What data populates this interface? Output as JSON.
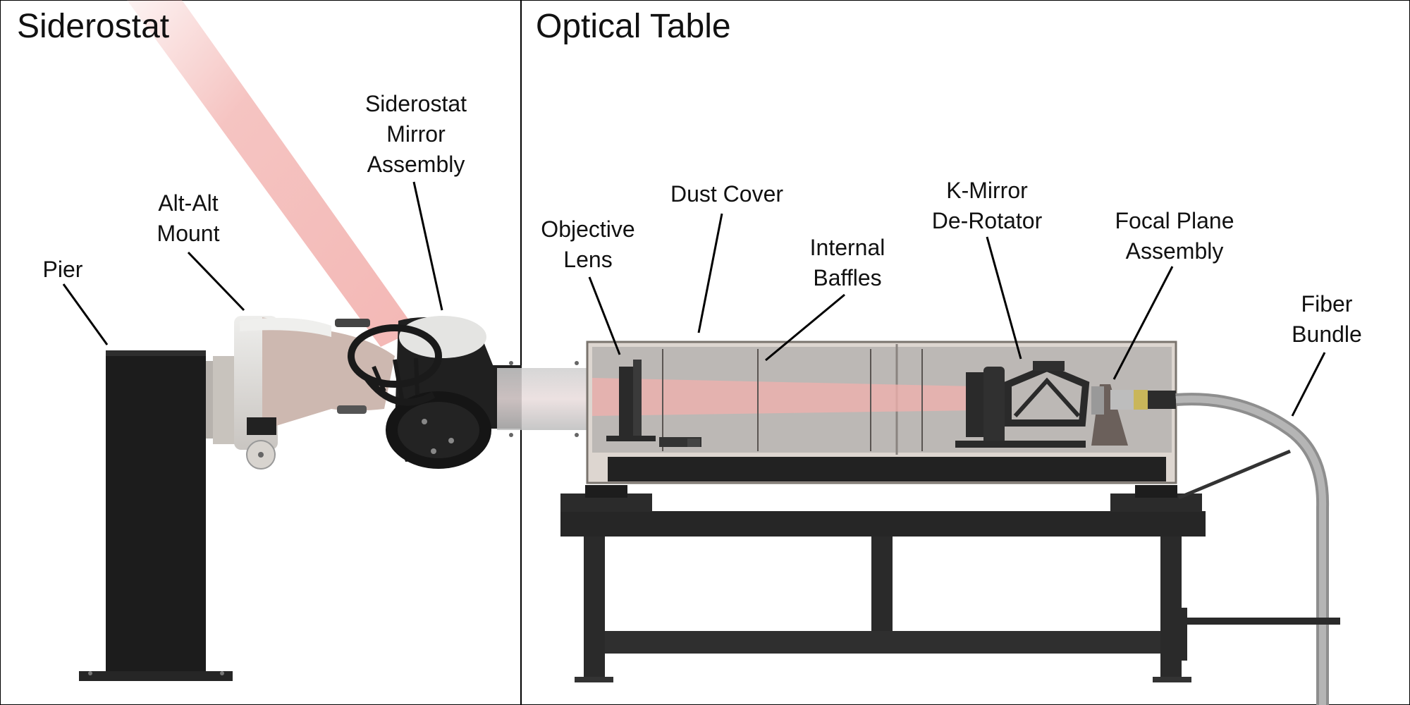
{
  "panels": {
    "left_title": "Siderostat",
    "right_title": "Optical Table"
  },
  "labels": {
    "pier": [
      "Pier"
    ],
    "alt_alt_mount": [
      "Alt-Alt",
      "Mount"
    ],
    "siderostat_mirror_assembly": [
      "Siderostat",
      "Mirror",
      "Assembly"
    ],
    "objective_lens": [
      "Objective",
      "Lens"
    ],
    "dust_cover": [
      "Dust Cover"
    ],
    "internal_baffles": [
      "Internal",
      "Baffles"
    ],
    "k_mirror_de_rotator": [
      "K-Mirror",
      "De-Rotator"
    ],
    "focal_plane_assembly": [
      "Focal Plane",
      "Assembly"
    ],
    "fiber_bundle": [
      "Fiber",
      "Bundle"
    ]
  },
  "colors": {
    "beam": "#f2b0ad",
    "metal_dark": "#1e1e1e",
    "mount_light": "#e2e2e0",
    "dust_cover_glass": "#b9b6b3",
    "fiber": "#a9a9a9"
  }
}
